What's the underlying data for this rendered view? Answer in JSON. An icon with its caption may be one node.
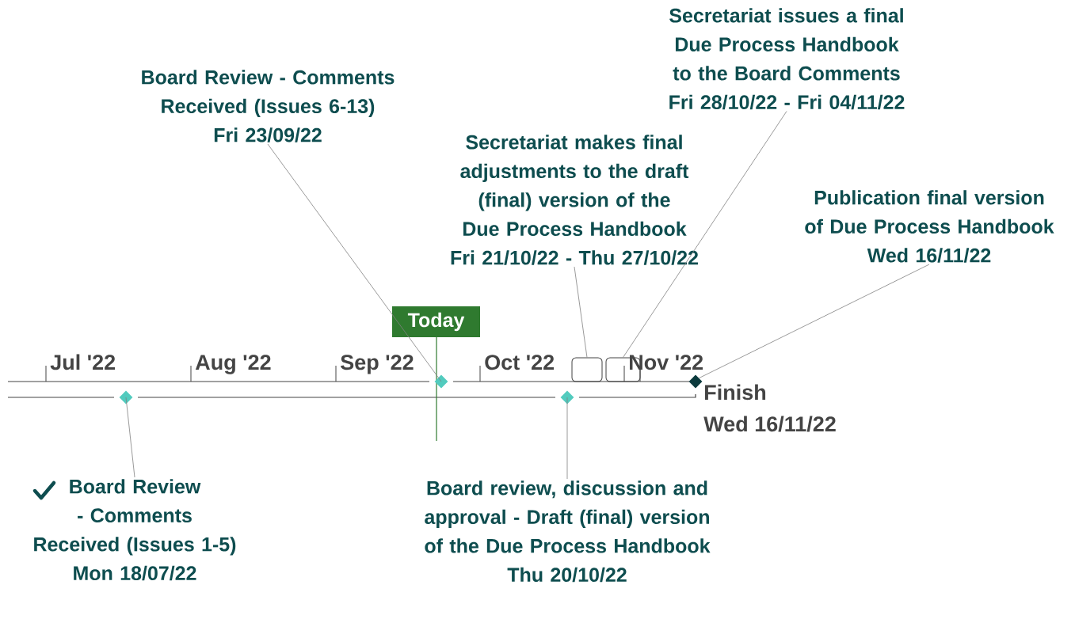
{
  "diagram": {
    "nodes": [
      {
        "text": [
          "Board Review - Comments Received (Issues 6-13)",
          "Fri 23/09/22"
        ]
      },
      {
        "text": [
          "Secretariat issues a final Due Process Handbook to the Board Comments",
          "Fri 28/10/22 - Fri 04/11/22"
        ]
      },
      {
        "text": [
          "Secretariat makes final adjustments to the draft (final) version of the Due Process Handbook",
          "Fri 21/10/22 - Thu 27/10/22"
        ]
      },
      {
        "text": [
          "Publication final version of Due Process Handbook",
          "Wed 16/11/22"
        ]
      },
      {
        "text": [],
        "shape": "diamond"
      },
      {
        "text": [],
        "shape": "bar"
      },
      {
        "text": [],
        "shape": "bar"
      },
      {
        "text": [],
        "shape": "diamond",
        "beside": [
          "Finish",
          "Wed 16/11/22"
        ]
      },
      {
        "text": [],
        "shape": "diamond"
      },
      {
        "text": [],
        "shape": "diamond"
      },
      {
        "text": [
          "Board Review - Comments Received (Issues 1-5)",
          "Mon 18/07/22"
        ]
      },
      {
        "text": [
          "Board review, discussion and approval - Draft (final) version of the Due Process Handbook",
          "Thu 20/10/22"
        ]
      }
    ],
    "edges": [
      {
        "from": 0,
        "to": 4,
        "arrow": "none"
      },
      {
        "from": 2,
        "to": 5,
        "arrow": "none"
      },
      {
        "from": 1,
        "to": 6,
        "arrow": "none"
      },
      {
        "from": 3,
        "to": 7,
        "arrow": "none"
      },
      {
        "from": 10,
        "to": 8,
        "arrow": "none"
      },
      {
        "from": 11,
        "to": 9,
        "arrow": "none"
      }
    ],
    "labels": [
      "Today",
      "Jul '22",
      "Aug '22",
      "Sep '22",
      "Oct '22",
      "Nov '22"
    ]
  }
}
